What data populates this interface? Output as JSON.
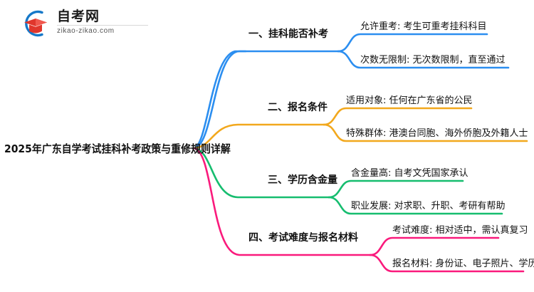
{
  "logo": {
    "mark_name": "zikao-logo-mark",
    "title": "自考网",
    "domain": "zikao-zikao.com",
    "arc_color": "#1678c8",
    "cap_color": "#e0362c"
  },
  "mindmap": {
    "root": {
      "label": "2025年广东自学考试挂科补考政策与重修规则详解"
    },
    "branches": [
      {
        "label": "一、挂科能否补考",
        "color": "#2b8ef0",
        "children": [
          {
            "label": "允许重考: 考生可重考挂科科目"
          },
          {
            "label": "次数无限制: 无次数限制，直至通过"
          }
        ]
      },
      {
        "label": "二、报名条件",
        "color": "#f2a81d",
        "children": [
          {
            "label": "适用对象: 任何在广东省的公民"
          },
          {
            "label": "特殊群体: 港澳台同胞、海外侨胞及外籍人士"
          }
        ]
      },
      {
        "label": "三、学历含金量",
        "color": "#16bd6f",
        "children": [
          {
            "label": "含金量高: 自考文凭国家承认"
          },
          {
            "label": "职业发展: 对求职、升职、考研有帮助"
          }
        ]
      },
      {
        "label": "四、考试难度与报名材料",
        "color": "#fa1a7c",
        "children": [
          {
            "label": "考试难度: 相对适中，需认真复习"
          },
          {
            "label": "报名材料: 身份证、电子照片、学历证明"
          }
        ]
      }
    ]
  }
}
